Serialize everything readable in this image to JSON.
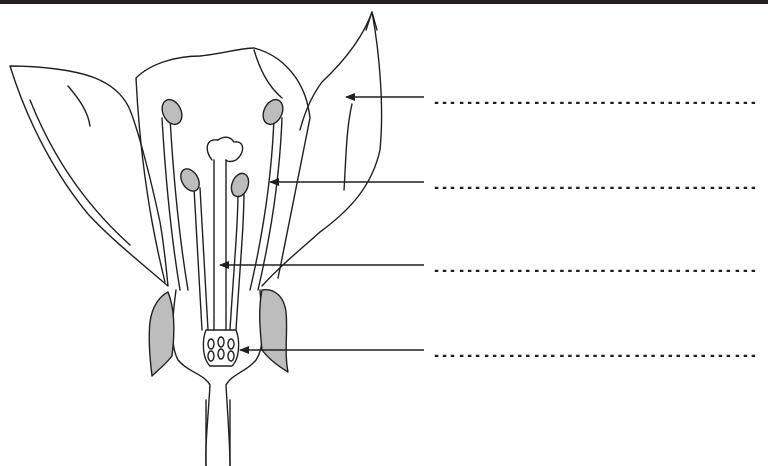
{
  "colors": {
    "ink": "#231f20",
    "fill": "#bdbdbd",
    "background": "#ffffff"
  },
  "labels": [
    {
      "id": "label-1",
      "answer_blank": "…………………………………"
    },
    {
      "id": "label-2",
      "answer_blank": "…………………………………"
    },
    {
      "id": "label-3",
      "answer_blank": "…………………………………"
    },
    {
      "id": "label-4",
      "answer_blank": "…………………………………"
    }
  ]
}
